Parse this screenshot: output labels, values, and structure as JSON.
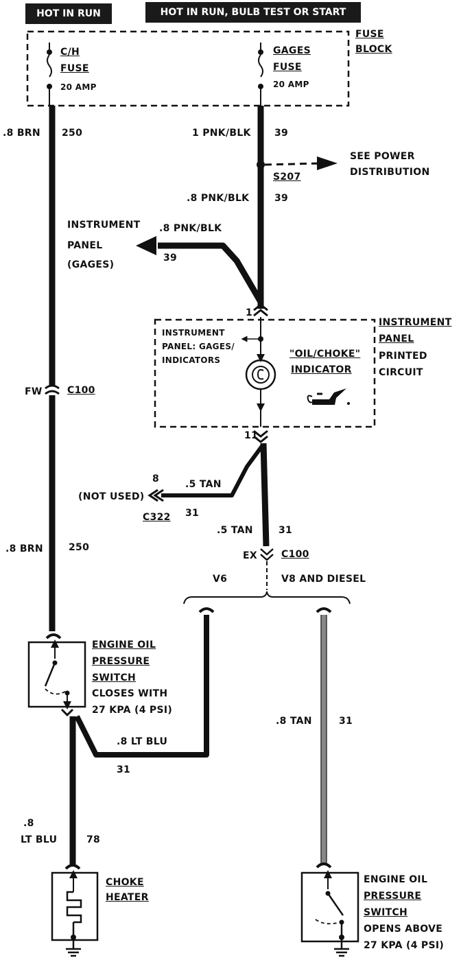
{
  "headers": {
    "hot_in_run": "HOT IN RUN",
    "hot_in_run_bulb": "HOT IN RUN, BULB TEST OR START"
  },
  "fuse_block": {
    "label": [
      "FUSE",
      "BLOCK"
    ],
    "ch_fuse": [
      "C/H",
      "FUSE",
      "20 AMP"
    ],
    "gages_fuse": [
      "GAGES",
      "FUSE",
      "20 AMP"
    ]
  },
  "wires": {
    "w250_top": {
      "gauge": ".8 BRN",
      "circuit": "250"
    },
    "w39_top": {
      "gauge": "1 PNK/BLK",
      "circuit": "39"
    },
    "w39_mid": {
      "gauge": ".8 PNK/BLK",
      "circuit": "39"
    },
    "w39_panel": {
      "gauge": ".8 PNK/BLK",
      "circuit": "39"
    },
    "w31_notused": {
      "gauge": ".5 TAN",
      "circuit": "31"
    },
    "w31_main": {
      "gauge": ".5 TAN",
      "circuit": "31"
    },
    "w250_bot": {
      "gauge": ".8 BRN",
      "circuit": "250"
    },
    "w31_ltblu": {
      "gauge": ".8 LT BLU",
      "circuit": "31"
    },
    "w78": {
      "gauge": [
        ".8",
        "LT BLU"
      ],
      "circuit": "78"
    },
    "w31_v8": {
      "gauge": ".8 TAN",
      "circuit": "31"
    }
  },
  "splice": "S207",
  "see_power": [
    "SEE POWER",
    "DISTRIBUTION"
  ],
  "instrument_panel_gages": [
    "INSTRUMENT",
    "PANEL",
    "(GAGES)"
  ],
  "ip_circuit": {
    "label": [
      "INSTRUMENT",
      "PANEL",
      "PRINTED",
      "CIRCUIT"
    ],
    "inner_label": [
      "INSTRUMENT",
      "PANEL: GAGES/",
      "INDICATORS"
    ],
    "indicator": [
      "\"OIL/CHOKE\"",
      "INDICATOR"
    ],
    "pin_in": "1",
    "pin_out": "11"
  },
  "connectors": {
    "c100_fw": {
      "side": "FW",
      "name": "C100"
    },
    "c100_ex": {
      "side": "EX",
      "name": "C100"
    },
    "c322": {
      "pin": "8",
      "name": "C322"
    }
  },
  "not_used": "(NOT USED)",
  "branches": {
    "v6": "V6",
    "v8": "V8 AND DIESEL"
  },
  "switch_v6": [
    "ENGINE OIL",
    "PRESSURE",
    "SWITCH",
    "CLOSES WITH",
    "27 KPA (4 PSI)"
  ],
  "choke_heater": [
    "CHOKE",
    "HEATER"
  ],
  "switch_v8": [
    "ENGINE OIL",
    "PRESSURE",
    "SWITCH",
    "OPENS ABOVE",
    "27 KPA (4 PSI)"
  ]
}
